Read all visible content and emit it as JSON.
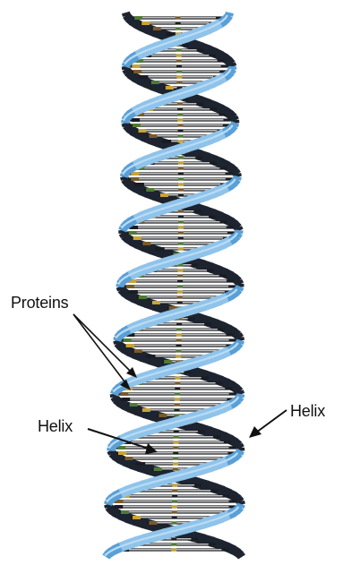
{
  "labels": {
    "proteins": "Proteins",
    "helix_left": "Helix",
    "helix_right": "Helix"
  },
  "colors": {
    "background": "#ffffff",
    "strand_light": "#8fc3ea",
    "strand_mid": "#5a9fd6",
    "strand_dark": "#2f6fa8",
    "back_strand": "#1d2430",
    "rung_dark": "#1a1c22",
    "rung_light": "#f4f4f2",
    "base_green": "#4f7a35",
    "base_yellow": "#c9a436",
    "base_brown": "#7a5a2a",
    "arrow": "#111111"
  },
  "icons": [
    "dna-double-helix-image",
    "pointer-arrow"
  ]
}
